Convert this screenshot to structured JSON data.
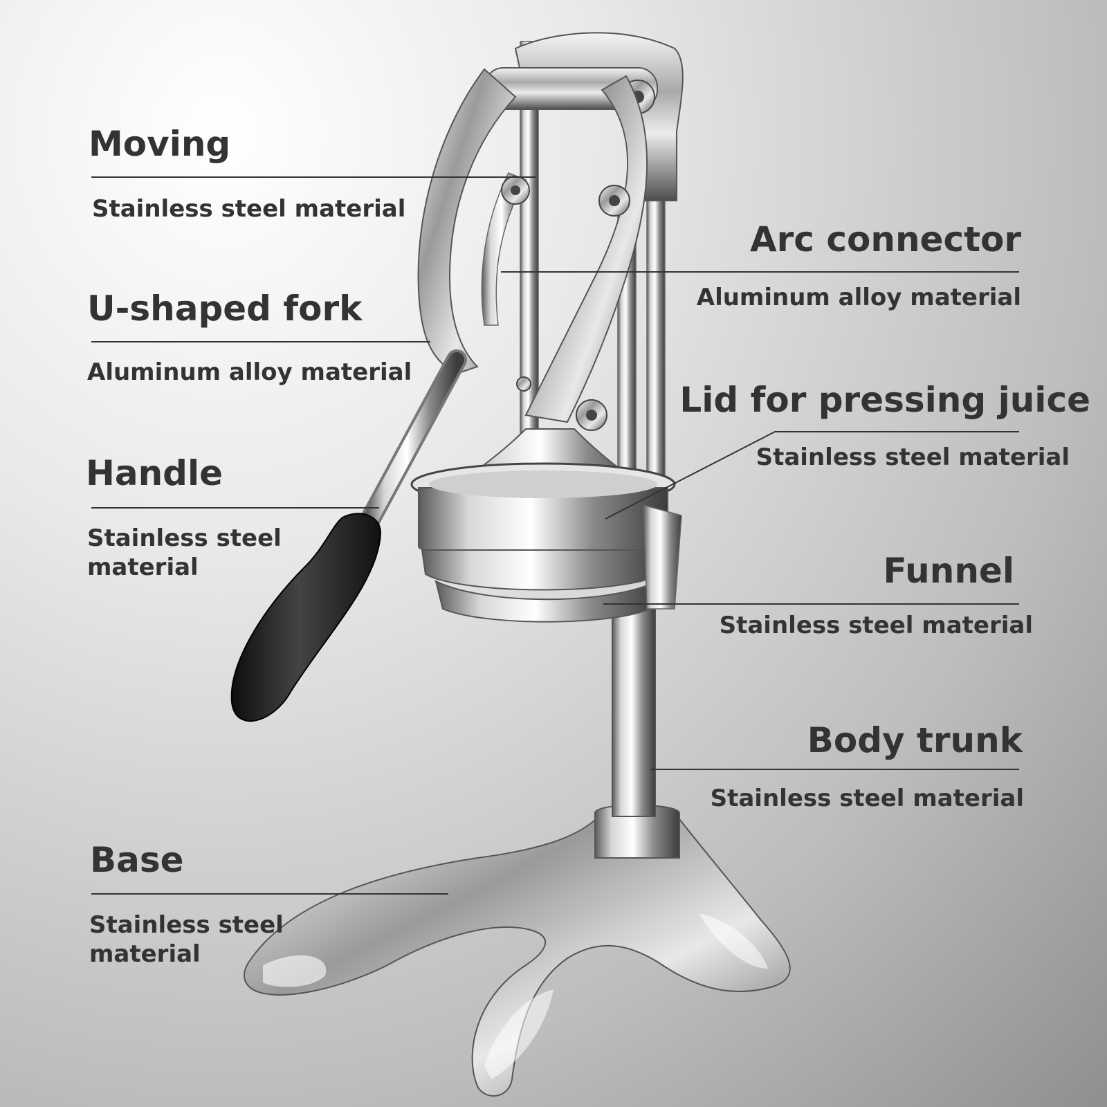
{
  "labels": {
    "moving": {
      "title": "Moving",
      "material": "Stainless steel material"
    },
    "u_fork": {
      "title": "U-shaped fork",
      "material": "Aluminum alloy material"
    },
    "handle": {
      "title": "Handle",
      "material_line1": "Stainless steel",
      "material_line2": "material"
    },
    "base": {
      "title": "Base",
      "material_line1": "Stainless steel",
      "material_line2": "material"
    },
    "arc_connector": {
      "title": "Arc connector",
      "material": "Aluminum alloy material"
    },
    "lid": {
      "title": "Lid for pressing juice",
      "material": "Stainless steel material"
    },
    "funnel": {
      "title": "Funnel",
      "material": "Stainless steel material"
    },
    "body_trunk": {
      "title": "Body trunk",
      "material": "Stainless steel material"
    }
  },
  "colors": {
    "text": "#333333",
    "leader": "#333333",
    "grip": "#1c1c1c"
  }
}
